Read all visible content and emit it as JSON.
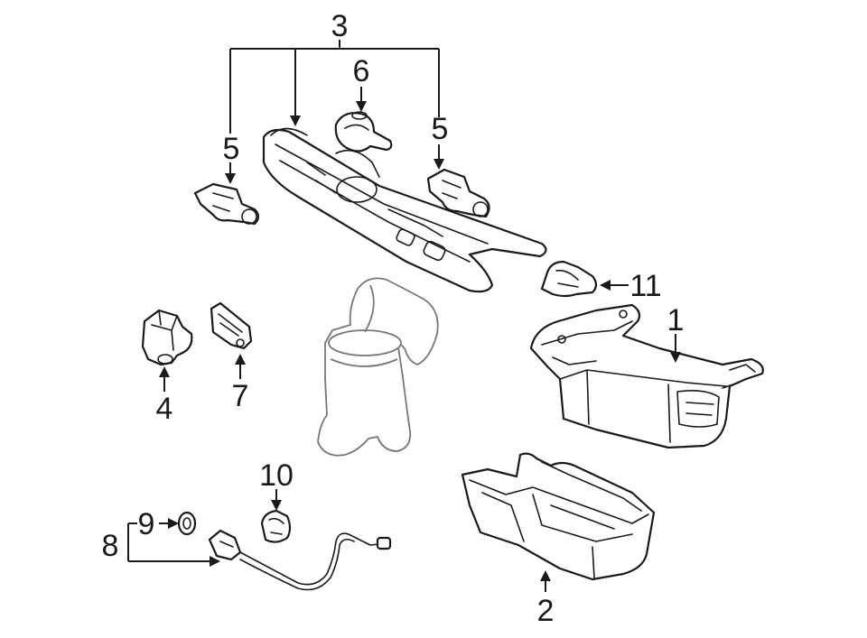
{
  "callouts": {
    "c1": "1",
    "c2": "2",
    "c3": "3",
    "c4": "4",
    "c5a": "5",
    "c5b": "5",
    "c6": "6",
    "c7": "7",
    "c8": "8",
    "c9": "9",
    "c10": "10",
    "c11": "11"
  },
  "colors": {
    "line": "#1a1a1a",
    "ghost": "#777777",
    "background": "#ffffff"
  }
}
